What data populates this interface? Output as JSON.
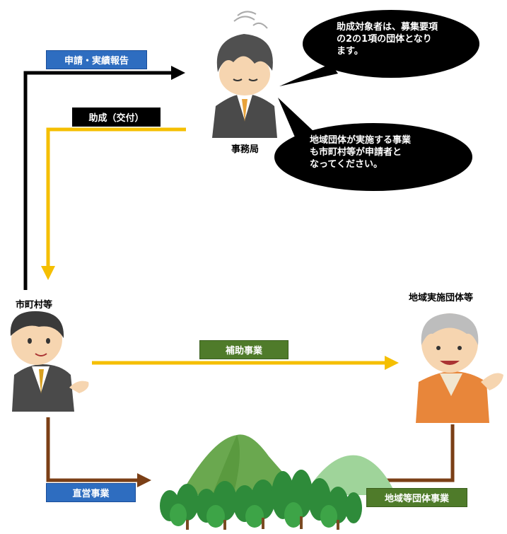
{
  "flows": {
    "application_report": "申請・実績報告",
    "subsidy_grant": "助成（交付）",
    "subsidy_project": "補助事業",
    "direct_project": "直営事業",
    "community_project": "地域等団体事業"
  },
  "actors": {
    "office": "事務局",
    "municipality": "市町村等",
    "local_group": "地域実施団体等"
  },
  "bubbles": {
    "top": "助成対象者は、募集要項\nの2の1項の団体となり\nます。",
    "bottom": "地域団体が実施する事業\nも市町村等が申請者と\nなってください。"
  },
  "colors": {
    "black": "#000000",
    "yellow": "#f5bf00",
    "brown": "#7b3f16",
    "tag_blue": "#2e6dc0",
    "tag_green": "#4f7b2a",
    "tag_black": "#000000"
  }
}
